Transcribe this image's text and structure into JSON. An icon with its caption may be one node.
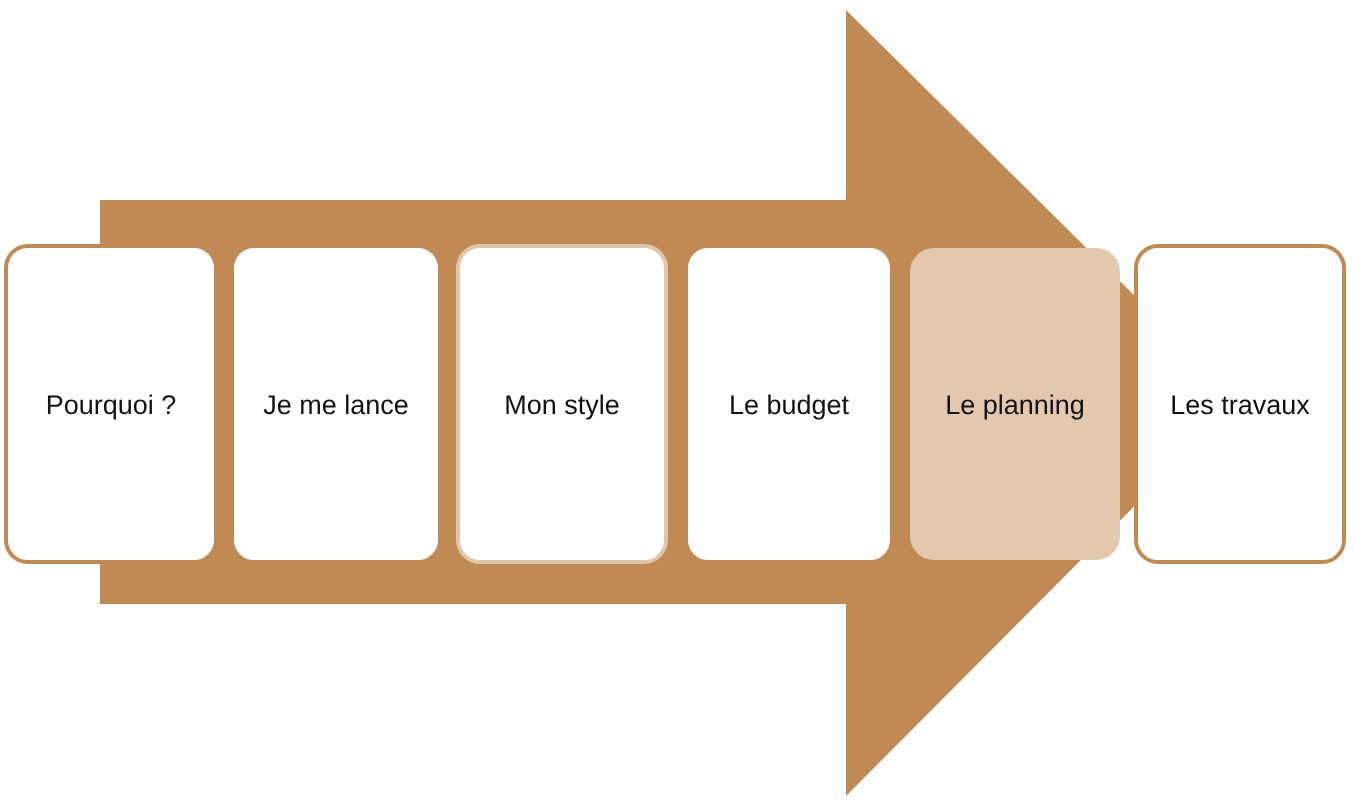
{
  "diagram": {
    "nodes": [
      {
        "text": [
          "Pourquoi ?"
        ]
      },
      {
        "text": [
          "Je me lance"
        ]
      },
      {
        "text": [
          "Mon style"
        ]
      },
      {
        "text": [
          "Le budget"
        ]
      },
      {
        "text": [
          "Le planning"
        ]
      },
      {
        "text": [
          "Les travaux"
        ]
      }
    ],
    "edges": [
      {
        "from": 0,
        "to": 5,
        "arrow": "to"
      }
    ]
  }
}
